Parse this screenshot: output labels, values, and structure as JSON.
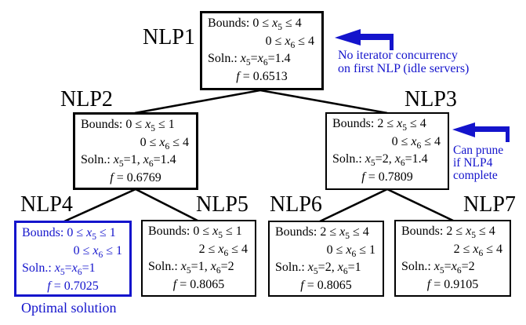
{
  "diagram": {
    "nodes": [
      {
        "id": "nlp1",
        "name": "NLP1",
        "highlighted": false,
        "bounds1": "Bounds: 0 ≤ *x*_5_ ≤ 4",
        "bounds2": "0 ≤ *x*_6_ ≤ 4",
        "soln": "Soln.: *x*_5_=*x*_6_=1.4",
        "objective": "*f* = 0.6513"
      },
      {
        "id": "nlp2",
        "name": "NLP2",
        "highlighted": false,
        "bounds1": "Bounds: 0 ≤ *x*_5_ ≤ 1",
        "bounds2": "0 ≤ *x*_6_ ≤ 4",
        "soln": "Soln.: *x*_5_=1, *x*_6_=1.4",
        "objective": "*f* = 0.6769"
      },
      {
        "id": "nlp3",
        "name": "NLP3",
        "highlighted": false,
        "bounds1": "Bounds: 2 ≤ *x*_5_ ≤ 4",
        "bounds2": "0 ≤ *x*_6_ ≤ 4",
        "soln": "Soln.: *x*_5_=2, *x*_6_=1.4",
        "objective": "*f* = 0.7809"
      },
      {
        "id": "nlp4",
        "name": "NLP4",
        "highlighted": true,
        "bounds1": "Bounds: 0 ≤ *x*_5_ ≤ 1",
        "bounds2": "0 ≤ *x*_6_ ≤ 1",
        "soln": "Soln.: *x*_5_=*x*_6_=1",
        "objective": "*f* = 0.7025"
      },
      {
        "id": "nlp5",
        "name": "NLP5",
        "highlighted": false,
        "bounds1": "Bounds: 0 ≤ *x*_5_ ≤ 1",
        "bounds2": "2 ≤ *x*_6_ ≤ 4",
        "soln": "Soln.: *x*_5_=1, *x*_6_=2",
        "objective": "*f* = 0.8065"
      },
      {
        "id": "nlp6",
        "name": "NLP6",
        "highlighted": false,
        "bounds1": "Bounds: 2 ≤ *x*_5_ ≤ 4",
        "bounds2": "0 ≤ *x*_6_ ≤ 1",
        "soln": "Soln.: *x*_5_=2, *x*_6_=1",
        "objective": "*f* = 0.8065"
      },
      {
        "id": "nlp7",
        "name": "NLP7",
        "highlighted": false,
        "bounds1": "Bounds: 2 ≤ *x*_5_ ≤ 4",
        "bounds2": "2 ≤ *x*_6_ ≤ 4",
        "soln": "Soln.: *x*_5_=*x*_6_=2",
        "objective": "*f* = 0.9105"
      }
    ],
    "annotations": {
      "no_concurrency": {
        "line1": "No iterator concurrency",
        "line2": "on first NLP (idle servers)"
      },
      "can_prune": {
        "line1": "Can prune",
        "line2": "if NLP4",
        "line3": "complete"
      },
      "optimal": "Optimal solution"
    },
    "colors": {
      "accent_blue": "#1414cc",
      "line_black": "#000000",
      "background": "#ffffff"
    }
  }
}
